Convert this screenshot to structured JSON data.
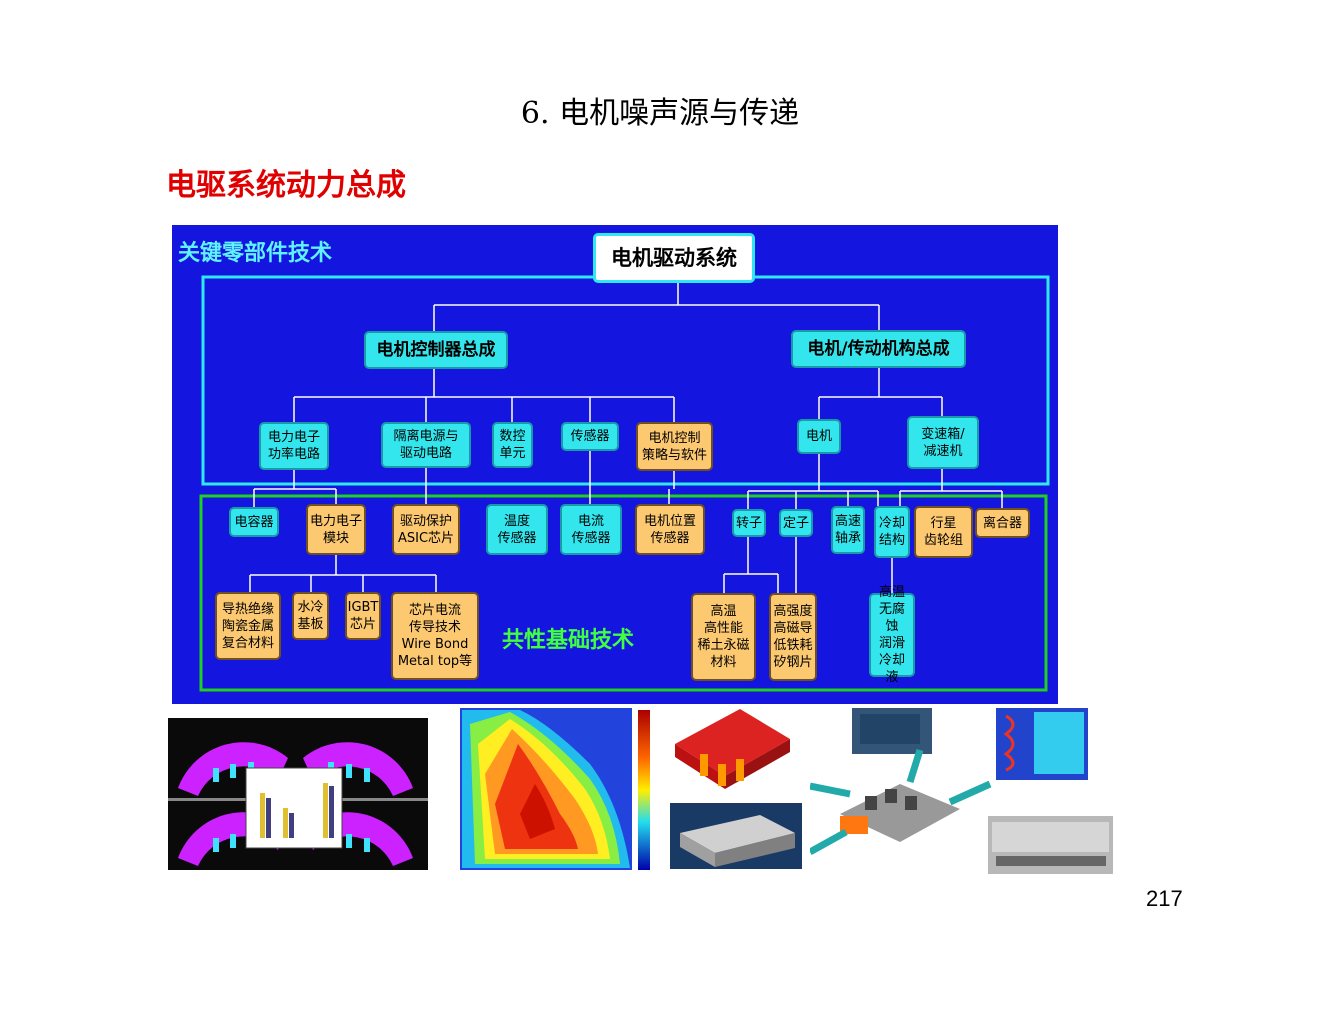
{
  "header": {
    "title": "6. 电机噪声源与传递",
    "section": "电驱系统动力总成"
  },
  "page_number": "217",
  "diagram": {
    "corner_label": "关键零部件技术",
    "common_label": "共性基础技术",
    "root": "电机驱动系统",
    "level1": [
      "电机控制器总成",
      "电机/传动机构总成"
    ],
    "level2": [
      "电力电子\n功率电路",
      "隔离电源与\n驱动电路",
      "数控\n单元",
      "传感器",
      "电机控制\n策略与软件",
      "电机",
      "变速箱/\n减速机"
    ],
    "level3": [
      "电容器",
      "电力电子\n模块",
      "驱动保护\nASIC芯片",
      "温度\n传感器",
      "电流\n传感器",
      "电机位置\n传感器",
      "转子",
      "定子",
      "高速\n轴承",
      "冷却\n结构",
      "行星\n齿轮组",
      "离合器"
    ],
    "level4": [
      "导热绝缘\n陶瓷金属\n复合材料",
      "水冷\n基板",
      "IGBT\n芯片",
      "芯片电流\n传导技术\nWire Bond\nMetal top等",
      "高温\n高性能\n稀土永磁\n材料",
      "高强度\n高磁导\n低铁耗\n矽钢片",
      "高温\n无腐蚀\n润滑\n冷却液"
    ]
  },
  "colors": {
    "diagram_bg": "#1515e0",
    "cyan_node": "#33e6ee",
    "orange_node": "#fcc870",
    "cyan_line": "#30e8f0",
    "green_frame": "#20d020",
    "section_red": "#e00000"
  },
  "images": [
    "motor-fem-simulation",
    "efficiency-map-contour",
    "power-module-cad",
    "inverter-assembly-photos"
  ]
}
